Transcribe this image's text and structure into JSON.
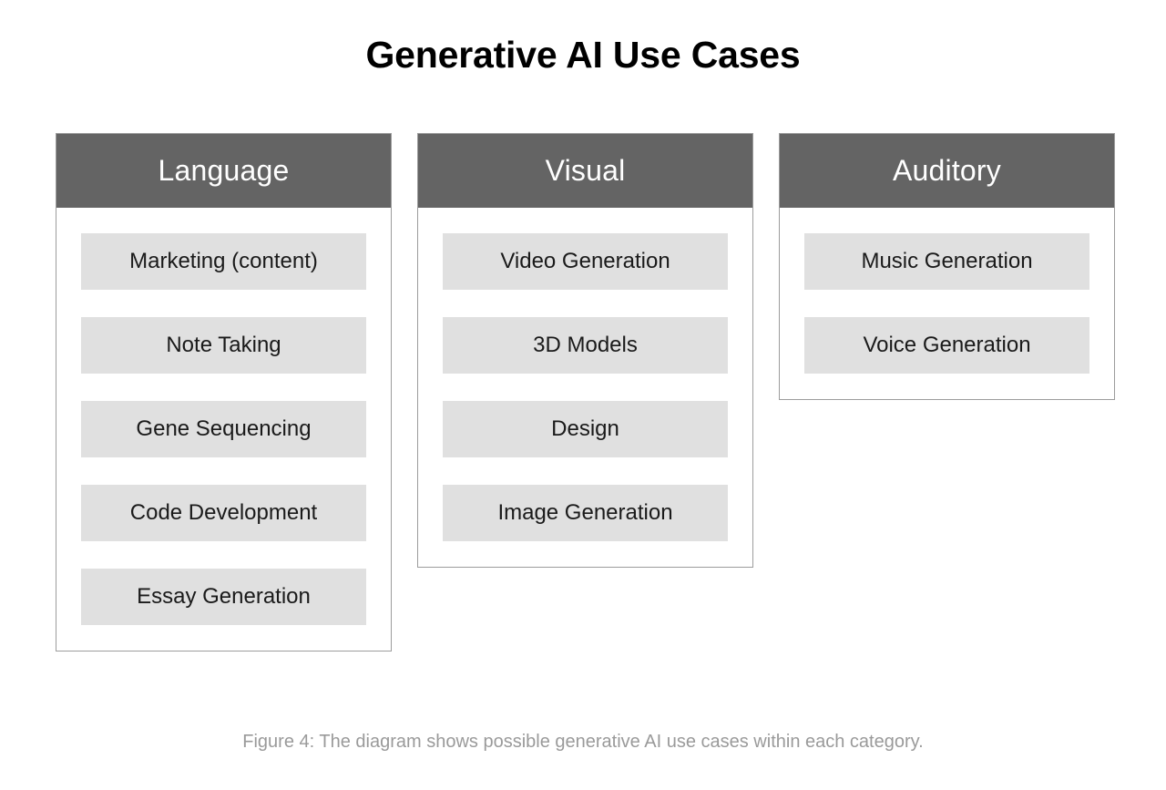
{
  "figure": {
    "title": "Generative AI Use Cases",
    "caption": "Figure 4: The diagram shows possible generative AI use cases within each category."
  },
  "colors": {
    "header_fill": "#646464",
    "header_text": "#ffffff",
    "card_border": "#9c9c9c",
    "item_fill": "#e0e0e0",
    "item_text": "#1a1a1a",
    "title_text": "#000000",
    "caption_text": "#9a9a9a",
    "page_background": "#ffffff"
  },
  "diagram": {
    "type": "category-columns",
    "categories": [
      {
        "name": "Language",
        "items": [
          "Marketing (content)",
          "Note Taking",
          "Gene Sequencing",
          "Code Development",
          "Essay Generation"
        ]
      },
      {
        "name": "Visual",
        "items": [
          "Video Generation",
          "3D Models",
          "Design",
          "Image Generation"
        ]
      },
      {
        "name": "Auditory",
        "items": [
          "Music Generation",
          "Voice Generation"
        ]
      }
    ]
  }
}
